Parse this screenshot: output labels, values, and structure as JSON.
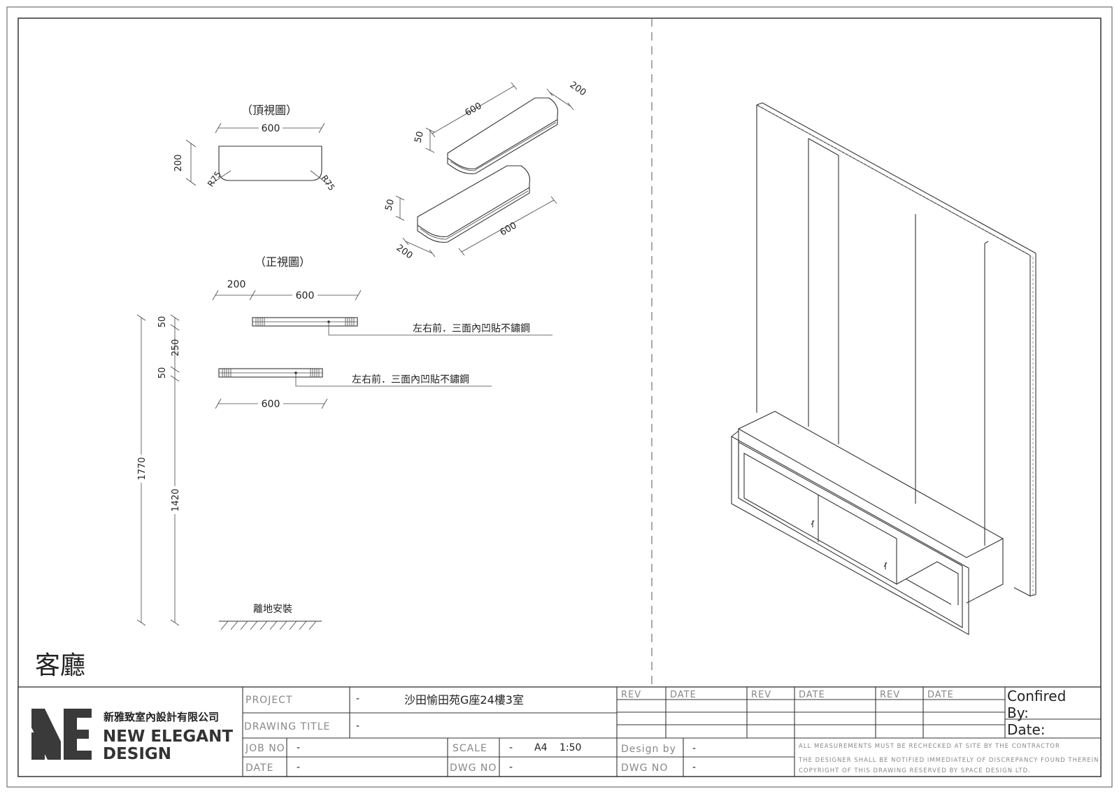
{
  "drawing": {
    "room_label": "客廳",
    "top_view": {
      "title": "（頂視圖）",
      "width": "600",
      "depth": "200",
      "radius_left": "R75",
      "radius_right": "R75"
    },
    "iso_shelf_upper": {
      "length": "600",
      "depth": "200",
      "thickness": "50"
    },
    "iso_shelf_lower": {
      "length": "600",
      "depth": "200",
      "thickness": "50"
    },
    "front_view": {
      "title": "（正視圖）",
      "offset": "200",
      "upper_width": "600",
      "lower_width": "600",
      "note_upper": "左右前．三面內凹貼不鏽鋼",
      "note_lower": "左右前．三面內凹貼不鏽鋼",
      "dim_top_thk": "50",
      "dim_gap": "250",
      "dim_bottom_thk": "50",
      "dim_total": "1770",
      "dim_floor": "1420",
      "floor_note": "離地安裝"
    }
  },
  "title_block": {
    "company_cn": "新雅致室內設計有限公司",
    "company_en_1": "NEW ELEGANT",
    "company_en_2": "DESIGN",
    "project_label": "PROJECT",
    "project_dash": "-",
    "project_value": "沙田愉田苑G座24樓3室",
    "drawing_title_label": "DRAWING TITLE",
    "drawing_title_value": "-",
    "job_no_label": "JOB NO",
    "job_no_value": "-",
    "scale_label": "SCALE",
    "scale_dash": "-",
    "scale_paper": "A4",
    "scale_value": "1:50",
    "date_label": "DATE",
    "date_value": "-",
    "dwg_no_label": "DWG NO",
    "dwg_no_value": "-",
    "rev_1": "REV",
    "rev_date_1": "DATE",
    "rev_2": "REV",
    "rev_date_2": "DATE",
    "rev_3": "REV",
    "rev_date_3": "DATE",
    "confirmed_label": "Confired",
    "by_label": "By:",
    "date2_label": "Date:",
    "design_by_label": "Design by",
    "design_by_value": "-",
    "dwg_no2_label": "DWG NO",
    "dwg_no2_value": "-",
    "note_1": "ALL MEASUREMENTS MUST BE RECHECKED AT SITE BY THE CONTRACTOR",
    "note_2": "THE DESIGNER SHALL BE NOTIFIED IMMEDIATELY OF DISCREPANCY FOUND THEREIN",
    "note_3": "COPYRIGHT OF THIS DRAWING RESERVED BY SPACE DESIGN LTD."
  }
}
